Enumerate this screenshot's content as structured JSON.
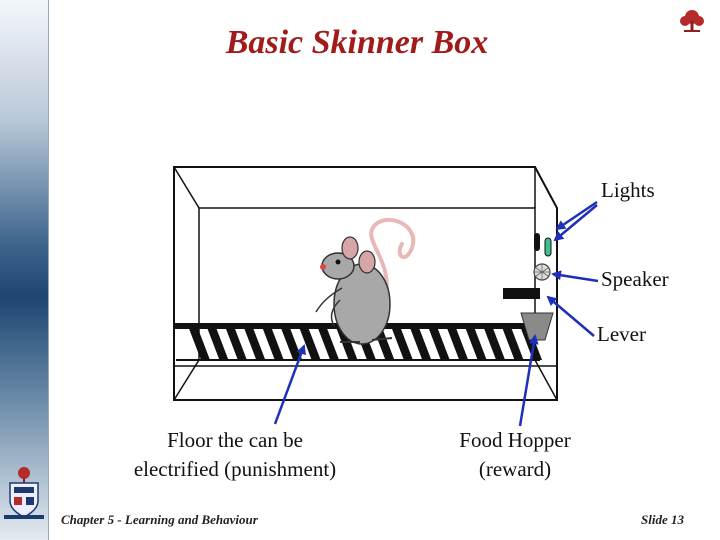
{
  "title": "Basic Skinner Box",
  "labels": {
    "lights": "Lights",
    "speaker": "Speaker",
    "lever": "Lever",
    "floor_line1": "Floor the can be",
    "floor_line2": "electrified (punishment)",
    "hopper_line1": "Food Hopper",
    "hopper_line2": "(reward)"
  },
  "footer": {
    "left": "Chapter 5 - Learning and Behaviour",
    "right": "Slide 13"
  },
  "icons": {
    "top_right": "maple-tree-logo-icon",
    "bottom_left": "university-crest-icon"
  },
  "colors": {
    "title": "#a11b1b",
    "arrow": "#1f2fb8",
    "light_green": "#3fbf8a",
    "hopper": "#8a8a8a"
  }
}
